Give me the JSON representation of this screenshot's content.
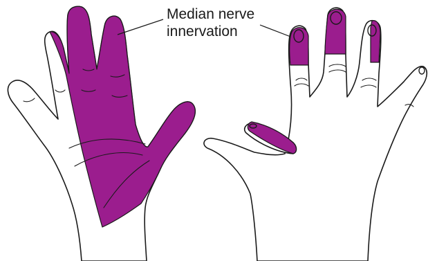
{
  "label": {
    "line1": "Median nerve",
    "line2": "innervation"
  },
  "colors": {
    "innervation": "#9b1d8e",
    "skin": "#ffffff",
    "outline": "#1a1a1a"
  },
  "figures": [
    {
      "view": "palm",
      "shaded": "thumb, index, middle and radial half of ring finger plus lateral palm"
    },
    {
      "view": "dorsum",
      "shaded": "distal fingertips of index, middle and radial half of ring finger plus thumb tip"
    }
  ]
}
